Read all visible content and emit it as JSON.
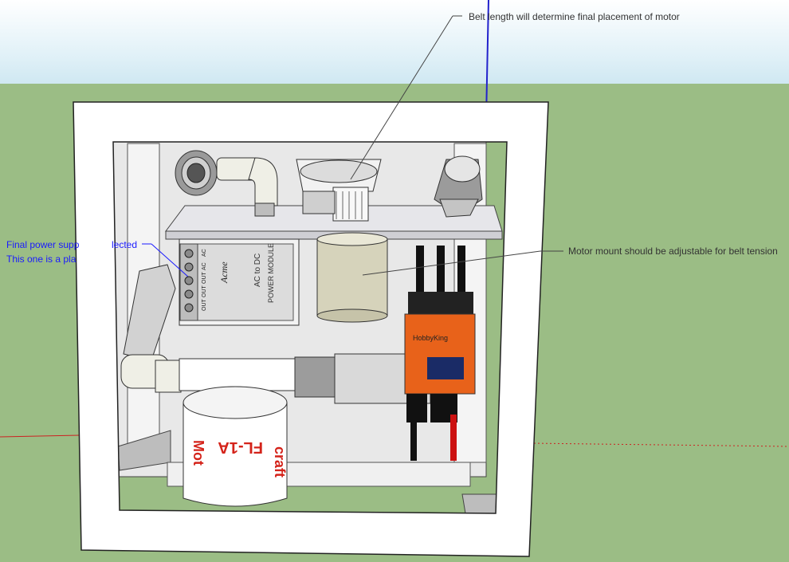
{
  "colors": {
    "sky": "#dff0f7",
    "ground": "#9bbd85",
    "frame": "#ffffff",
    "annotation_text": "#333333",
    "annotation_blue": "#1a1aff",
    "axis_red": "#cc2222",
    "axis_blue": "#2222cc",
    "esc_orange": "#e8621a",
    "filter_text": "#d4231a"
  },
  "annotations": {
    "belt_length": "Belt length will determine final placement of motor",
    "motor_mount": "Motor mount should be adjustable for belt tension",
    "power_supply_line1": "Final power supp",
    "power_supply_line1_end": "lected",
    "power_supply_line2": "This one is a pla"
  },
  "power_module": {
    "brand": "Acme",
    "title_line1": "AC to DC",
    "title_line2": "POWER MODULE",
    "terminals": [
      "AC",
      "AC",
      "OUT",
      "OUT",
      "OUT"
    ]
  },
  "oil_filter": {
    "model": "FL-1A",
    "brand_partial": "Mot",
    "brand_partial_right": "craft"
  },
  "esc": {
    "brand": "HobbyKing"
  },
  "icons": {
    "annotation_leader": "leader-line",
    "axes": "axis-lines"
  }
}
